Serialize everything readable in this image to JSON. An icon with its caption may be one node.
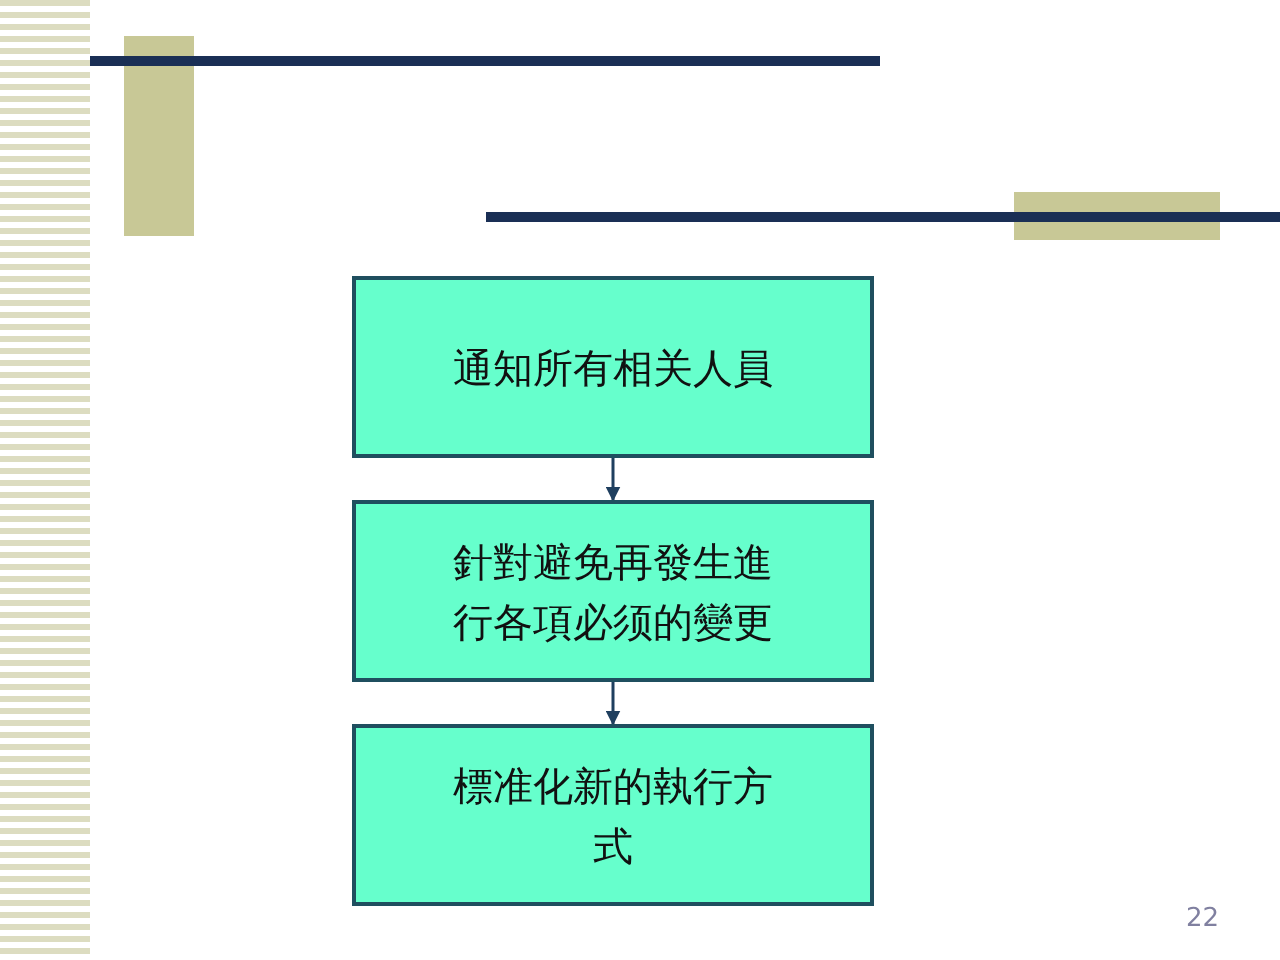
{
  "diagram": {
    "nodes": [
      {
        "text": [
          "通知所有相关人員"
        ]
      },
      {
        "text": [
          "針對避免再發生進行各項必须的變更"
        ]
      },
      {
        "text": [
          "標准化新的執行方式"
        ]
      }
    ],
    "edges": [
      {
        "from": 0,
        "to": 1,
        "arrow": "to"
      },
      {
        "from": 1,
        "to": 2,
        "arrow": "to"
      }
    ],
    "labels": [
      "22"
    ]
  }
}
